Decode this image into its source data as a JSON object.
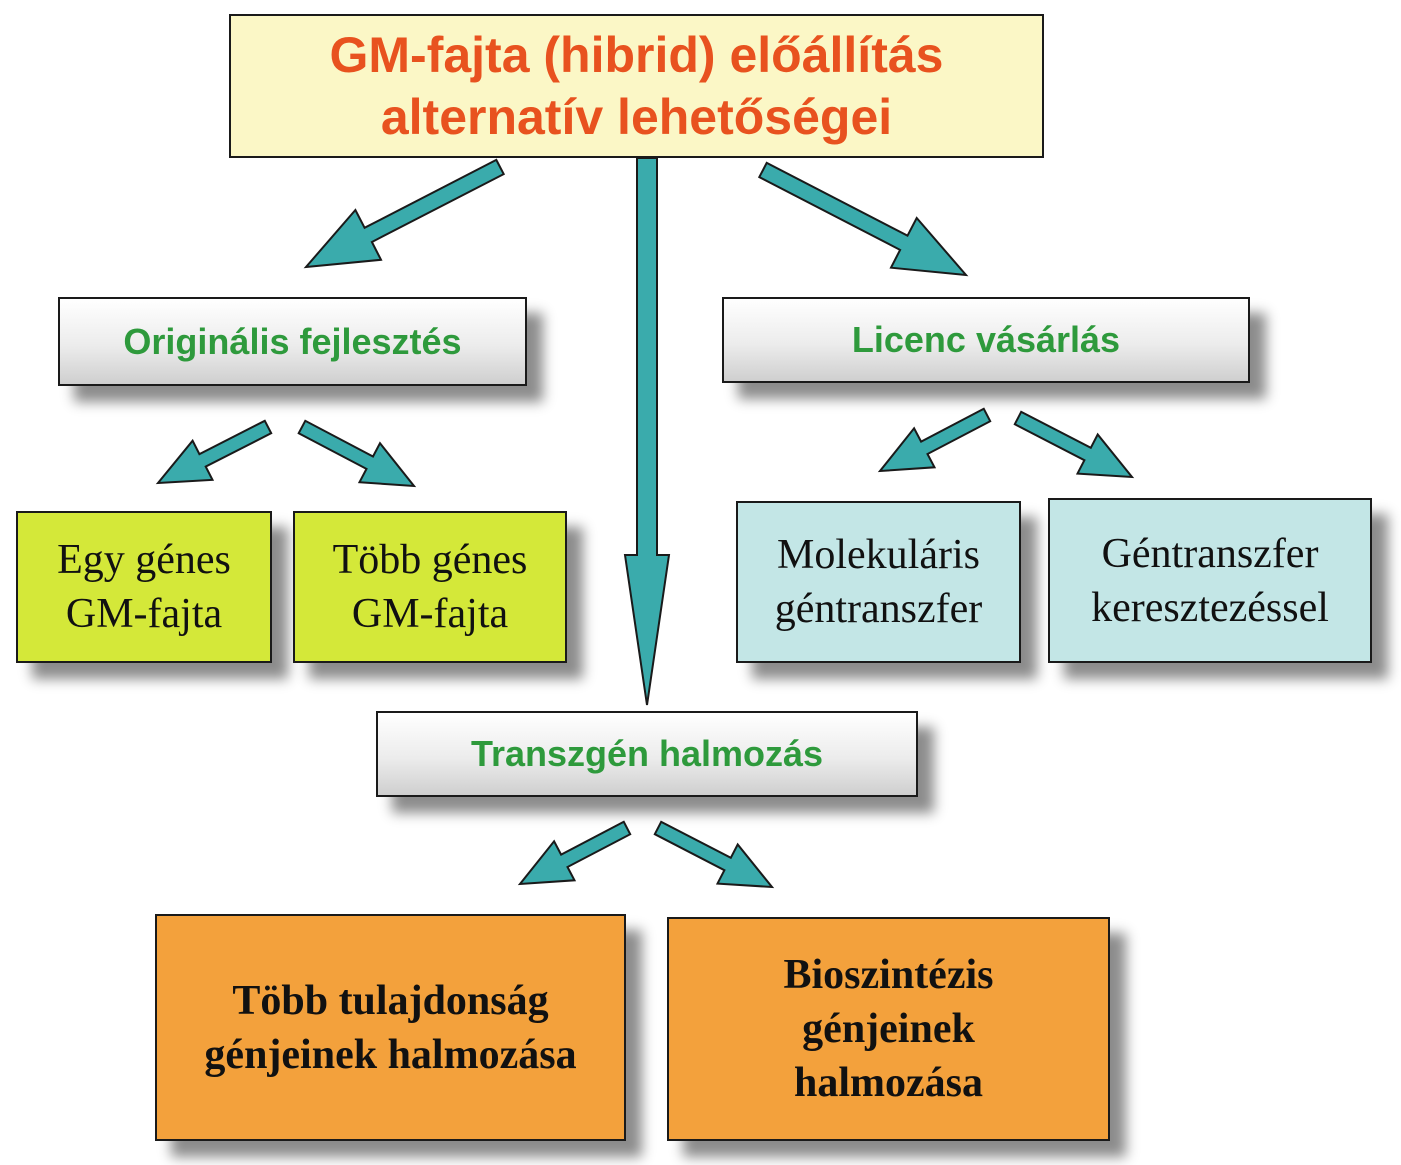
{
  "title": {
    "line1": "GM-fajta (hibrid) előállítás",
    "line2": "alternatív lehetőségei"
  },
  "nodes": {
    "original": "Originális fejlesztés",
    "licence": "Licenc vásárlás",
    "single_gene": {
      "line1": "Egy génes",
      "line2": "GM-fajta"
    },
    "multi_gene": {
      "line1": "Több génes",
      "line2": "GM-fajta"
    },
    "molecular": {
      "line1": "Molekuláris",
      "line2": "géntranszfer"
    },
    "crossing": {
      "line1": "Géntranszfer",
      "line2": "keresztezéssel"
    },
    "stacking": "Transzgén halmozás",
    "multi_trait": {
      "line1": "Több tulajdonság",
      "line2": "génjeinek halmozása"
    },
    "biosynthesis": {
      "line1": "Bioszintézis",
      "line2": "génjeinek",
      "line3": "halmozása"
    }
  },
  "colors": {
    "title_text": "#e8521f",
    "title_fill": "#fbf7c6",
    "gray_label_text": "#2e9a3c",
    "green_fill": "#d4e839",
    "cyan_fill": "#c3e6e6",
    "orange_fill": "#f3a13c",
    "arrow_fill": "#3aabac"
  }
}
